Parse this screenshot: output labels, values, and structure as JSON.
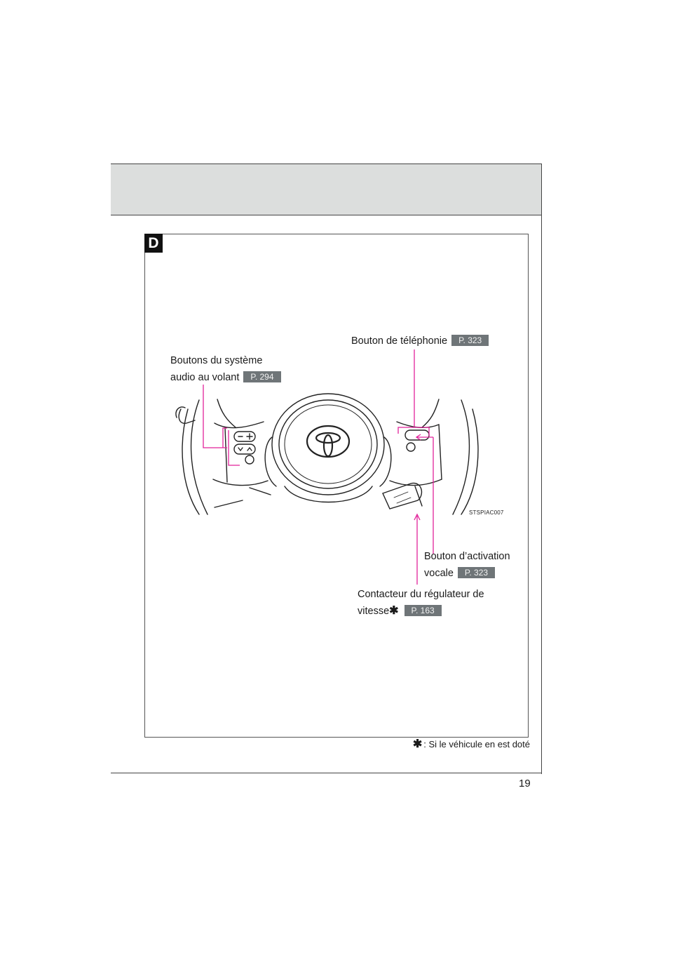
{
  "section": {
    "letter": "D"
  },
  "callouts": {
    "telephone": {
      "label": "Bouton de téléphonie",
      "ref": "P. 323"
    },
    "audio": {
      "line1": "Boutons du système",
      "line2": "audio au volant",
      "ref": "P. 294"
    },
    "voice": {
      "line1": "Bouton d’activation",
      "line2": "vocale",
      "ref": "P. 323"
    },
    "cruise": {
      "line1": "Contacteur du régulateur de",
      "line2": "vitesse",
      "ref": "P. 163"
    }
  },
  "illustration": {
    "code": "STSPIAC007",
    "accent_color": "#e2229a"
  },
  "footnote": {
    "symbol": "✱",
    "text": ": Si le véhicule en est doté"
  },
  "page": {
    "number": "19"
  }
}
